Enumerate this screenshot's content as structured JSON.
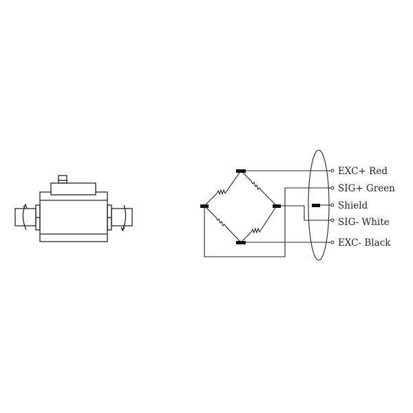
{
  "diagram": {
    "terminals": [
      {
        "label": "EXC+ Red"
      },
      {
        "label": "SIG+ Green"
      },
      {
        "label": "Shield"
      },
      {
        "label": "SIG- White"
      },
      {
        "label": "EXC- Black"
      }
    ],
    "line_color": "#222222"
  }
}
